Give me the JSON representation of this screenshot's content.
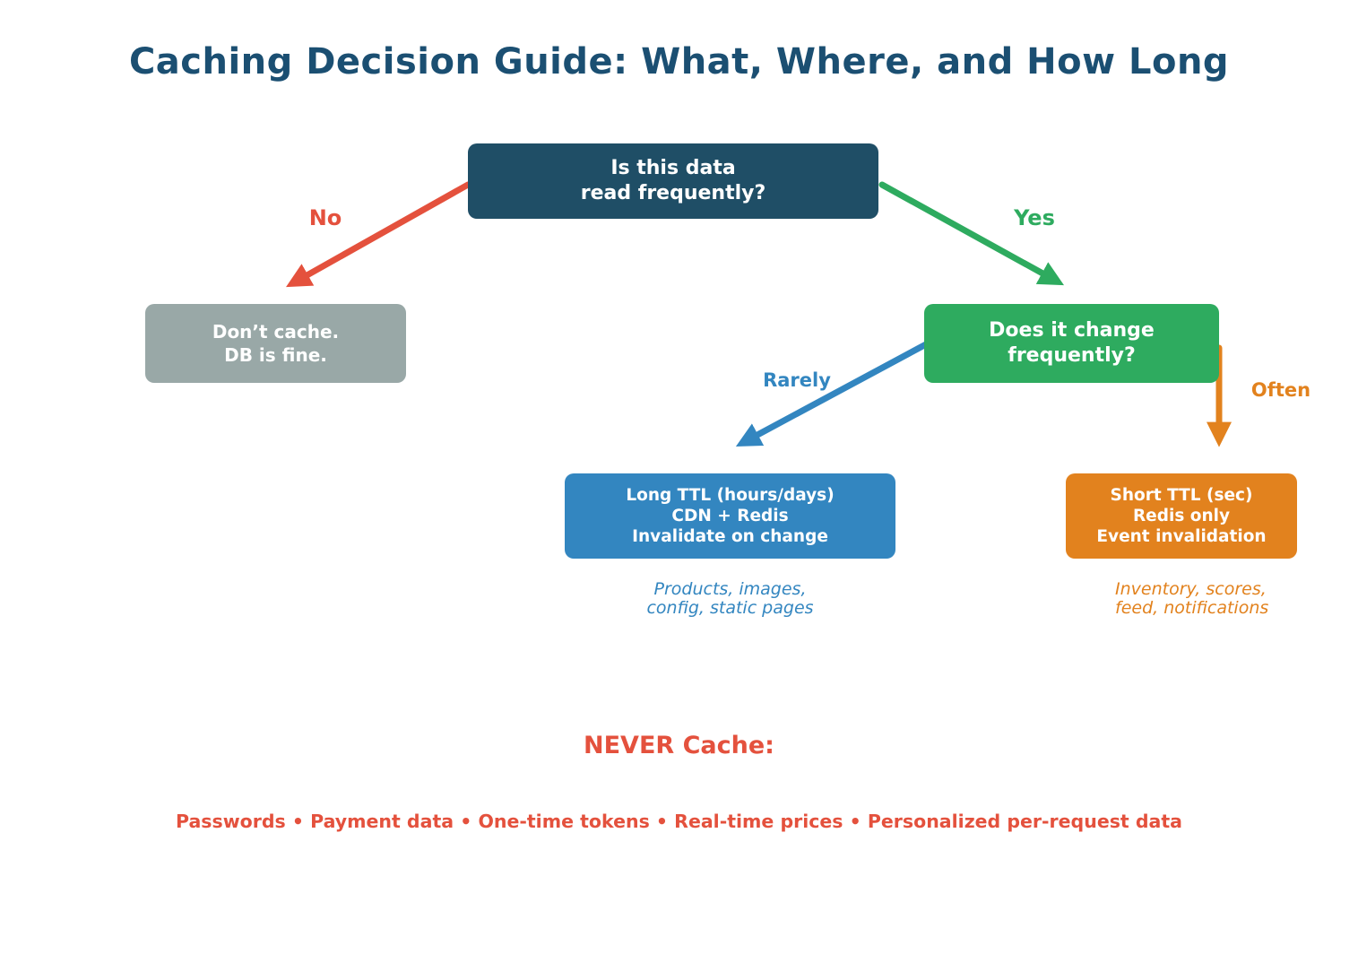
{
  "title": "Caching Decision Guide: What, Where, and How Long",
  "nodes": {
    "root": {
      "lines": [
        "Is this data",
        "read frequently?"
      ],
      "color": "#1f4e66"
    },
    "dont_cache": {
      "lines": [
        "Don’t cache.",
        "DB is fine."
      ],
      "color": "#99a8a7"
    },
    "change": {
      "lines": [
        "Does it change",
        "frequently?"
      ],
      "color": "#2eab5f"
    },
    "long_ttl": {
      "lines": [
        "Long TTL (hours/days)",
        "CDN + Redis",
        "Invalidate on change"
      ],
      "color": "#3386c0"
    },
    "short_ttl": {
      "lines": [
        "Short TTL (sec)",
        "Redis only",
        "Event invalidation"
      ],
      "color": "#e2821e"
    }
  },
  "edges": {
    "no": {
      "label": "No",
      "color": "#e4513d"
    },
    "yes": {
      "label": "Yes",
      "color": "#2eab5f"
    },
    "rarely": {
      "label": "Rarely",
      "color": "#3386c0"
    },
    "often": {
      "label": "Often",
      "color": "#e2821e"
    }
  },
  "captions": {
    "long_ttl": {
      "lines": [
        "Products, images,",
        "config, static pages"
      ]
    },
    "short_ttl": {
      "lines": [
        "Inventory, scores,",
        "feed, notifications"
      ]
    }
  },
  "never_cache": {
    "heading": "NEVER Cache:",
    "items": "Passwords • Payment data • One-time tokens • Real-time prices • Personalized per-request data"
  },
  "colors": {
    "title": "#1b4f72",
    "background": "#ffffff"
  }
}
